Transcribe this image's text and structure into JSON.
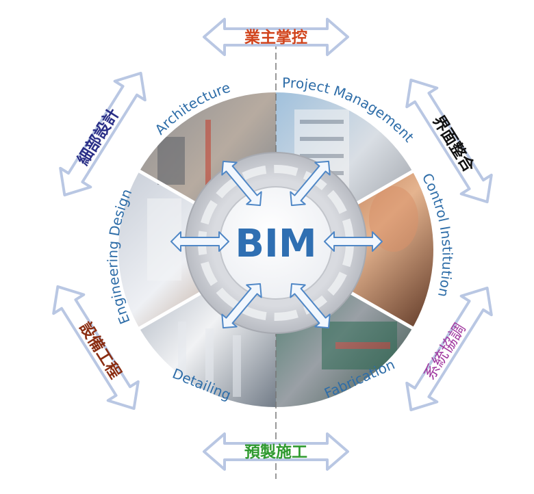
{
  "center_label": "BIM",
  "colors": {
    "ring_label": "#2e6da8",
    "center_text": "#2f6fb2",
    "outer_arrow_stroke": "#b9c7e3",
    "owner": "#d1441c",
    "interface": "#111111",
    "system": "#a13aa0",
    "prefab": "#2f9a2f",
    "equipment": "#8a2d12",
    "detail_design": "#2a2f87"
  },
  "segments": [
    {
      "label": "Architecture",
      "image": "building-interior-photo"
    },
    {
      "label": "Project Management",
      "image": "apartment-building-photo"
    },
    {
      "label": "Control Institution",
      "image": "hand-gesture-photo"
    },
    {
      "label": "Fabrication",
      "image": "machinery-plant-photo"
    },
    {
      "label": "Detailing",
      "image": "rebar-cage-photo"
    },
    {
      "label": "Engineering Design",
      "image": "blueprint-drawing-photo"
    }
  ],
  "outer_labels": {
    "top": "業主掌控",
    "right_upper": "界面整合",
    "right_lower": "系統協調",
    "bottom": "預製施工",
    "left_lower": "設備工程",
    "left_upper": "細部設計"
  }
}
